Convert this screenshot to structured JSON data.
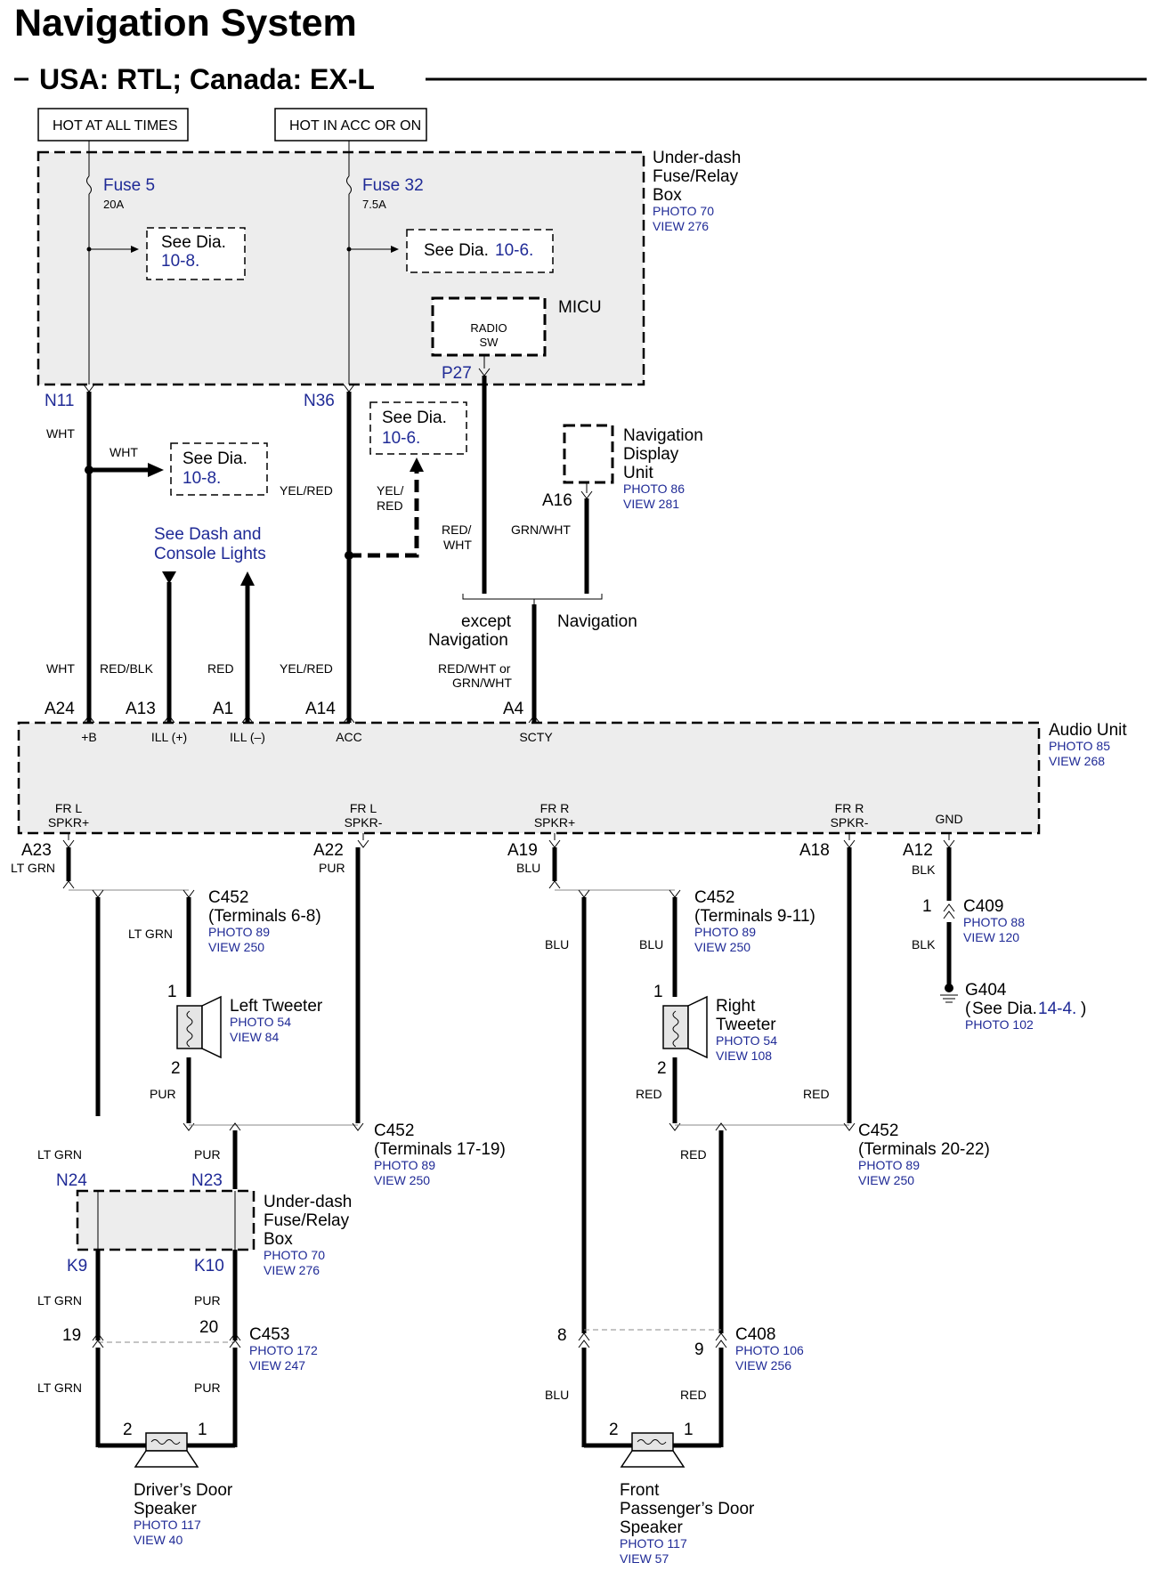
{
  "header": {
    "title": "Navigation System",
    "subtitle": "USA: RTL; Canada: EX-L"
  },
  "power": {
    "hot_all": "HOT AT ALL TIMES",
    "hot_acc": "HOT IN ACC OR ON"
  },
  "fuse_box_top": {
    "name_1": "Under-dash",
    "name_2": "Fuse/Relay",
    "name_3": "Box",
    "photo": "PHOTO 70",
    "view": "VIEW 276",
    "fuse5": "Fuse 5",
    "fuse5_rating": "20A",
    "fuse32": "Fuse 32",
    "fuse32_rating": "7.5A",
    "see_dia_a": "See Dia.",
    "see_dia_a_ref": "10-8.",
    "see_dia_b": "See Dia.",
    "see_dia_b_ref": "10-6.",
    "micu": "MICU",
    "radio_sw_1": "RADIO",
    "radio_sw_2": "SW",
    "p27": "P27"
  },
  "mid": {
    "n11": "N11",
    "n36": "N36",
    "wht1": "WHT",
    "wht2": "WHT",
    "see_dia_c": "See Dia.",
    "see_dia_c_ref": "10-8.",
    "see_dia_d": "See Dia.",
    "see_dia_d_ref": "10-6.",
    "yel_red_1": "YEL/RED",
    "yel_red_2a": "YEL/",
    "yel_red_2b": "RED",
    "dash_lights_1": "See Dash and",
    "dash_lights_2": "Console Lights",
    "red_wht_1": "RED/",
    "red_wht_2": "WHT",
    "grn_wht": "GRN/WHT",
    "nav_disp_1": "Navigation",
    "nav_disp_2": "Display",
    "nav_disp_3": "Unit",
    "nav_disp_photo": "PHOTO 86",
    "nav_disp_view": "VIEW 281",
    "a16": "A16",
    "except_1": "except",
    "except_2": "Navigation",
    "navigation": "Navigation",
    "wht3": "WHT",
    "red_blk": "RED/BLK",
    "red": "RED",
    "yel_red_3": "YEL/RED",
    "red_wht_or": "RED/WHT or",
    "grn_wht_2": "GRN/WHT"
  },
  "audio_unit": {
    "name": "Audio Unit",
    "photo": "PHOTO 85",
    "view": "VIEW 268",
    "pins_top": [
      {
        "id": "A24",
        "label": "+B"
      },
      {
        "id": "A13",
        "label": "ILL (+)"
      },
      {
        "id": "A1",
        "label": "ILL (–)"
      },
      {
        "id": "A14",
        "label": "ACC"
      },
      {
        "id": "A4",
        "label": "SCTY"
      }
    ],
    "frl_p_1": "FR L",
    "frl_p_2": "SPKR+",
    "frl_m_1": "FR L",
    "frl_m_2": "SPKR-",
    "frr_p_1": "FR R",
    "frr_p_2": "SPKR+",
    "frr_m_1": "FR  R",
    "frr_m_2": "SPKR-",
    "gnd": "GND",
    "a23": "A23",
    "a22": "A22",
    "a19": "A19",
    "a18": "A18",
    "a12": "A12"
  },
  "lower": {
    "lt_grn_a": "LT GRN",
    "pur_a": "PUR",
    "blu_a": "BLU",
    "blk_a": "BLK",
    "c452a": "C452",
    "c452a_term": "(Terminals 6-8)",
    "c452a_photo": "PHOTO 89",
    "c452a_view": "VIEW 250",
    "c452b": "C452",
    "c452b_term": "(Terminals 9-11)",
    "c452b_photo": "PHOTO 89",
    "c452b_view": "VIEW 250",
    "c409": "C409",
    "c409_photo": "PHOTO 88",
    "c409_view": "VIEW 120",
    "c409_pin": "1",
    "blk_b": "BLK",
    "g404": "G404",
    "g404_see": "See Dia.",
    "g404_ref": "14-4.",
    "g404_photo": "PHOTO 102",
    "lt_grn_b": "LT GRN",
    "blu_b": "BLU",
    "blu_c": "BLU",
    "lt_tweeter": "Left Tweeter",
    "lt_tweeter_photo": "PHOTO 54",
    "lt_tweeter_view": "VIEW 84",
    "rt_tweeter_1": "Right",
    "rt_tweeter_2": "Tweeter",
    "rt_tweeter_photo": "PHOTO 54",
    "rt_tweeter_view": "VIEW 108",
    "pin1a": "1",
    "pin2a": "2",
    "pin1b": "1",
    "pin2b": "2",
    "pur_b": "PUR",
    "red_a": "RED",
    "red_b": "RED",
    "c452c": "C452",
    "c452c_term": "(Terminals 17-19)",
    "c452c_photo": "PHOTO 89",
    "c452c_view": "VIEW 250",
    "c452d": "C452",
    "c452d_term": "(Terminals 20-22)",
    "c452d_photo": "PHOTO 89",
    "c452d_view": "VIEW 250",
    "lt_grn_c": "LT GRN",
    "pur_c": "PUR",
    "red_c": "RED",
    "n24": "N24",
    "n23": "N23",
    "fb2_1": "Under-dash",
    "fb2_2": "Fuse/Relay",
    "fb2_3": "Box",
    "fb2_photo": "PHOTO 70",
    "fb2_view": "VIEW 276",
    "k9": "K9",
    "k10": "K10",
    "lt_grn_d": "LT GRN",
    "pur_d": "PUR",
    "c453": "C453",
    "c453_photo": "PHOTO 172",
    "c453_view": "VIEW 247",
    "p19": "19",
    "p20": "20",
    "c408": "C408",
    "c408_photo": "PHOTO 106",
    "c408_view": "VIEW 256",
    "p8": "8",
    "p9": "9",
    "lt_grn_e": "LT GRN",
    "pur_e": "PUR",
    "blu_e": "BLU",
    "red_e": "RED",
    "spk_l_pin2": "2",
    "spk_l_pin1": "1",
    "spk_r_pin2": "2",
    "spk_r_pin1": "1",
    "drv_spk_1": "Driver’s Door",
    "drv_spk_2": "Speaker",
    "drv_spk_photo": "PHOTO 117",
    "drv_spk_view": "VIEW 40",
    "pass_spk_1": "Front",
    "pass_spk_2": "Passenger’s Door",
    "pass_spk_3": "Speaker",
    "pass_spk_photo": "PHOTO 117",
    "pass_spk_view": "VIEW 57"
  }
}
